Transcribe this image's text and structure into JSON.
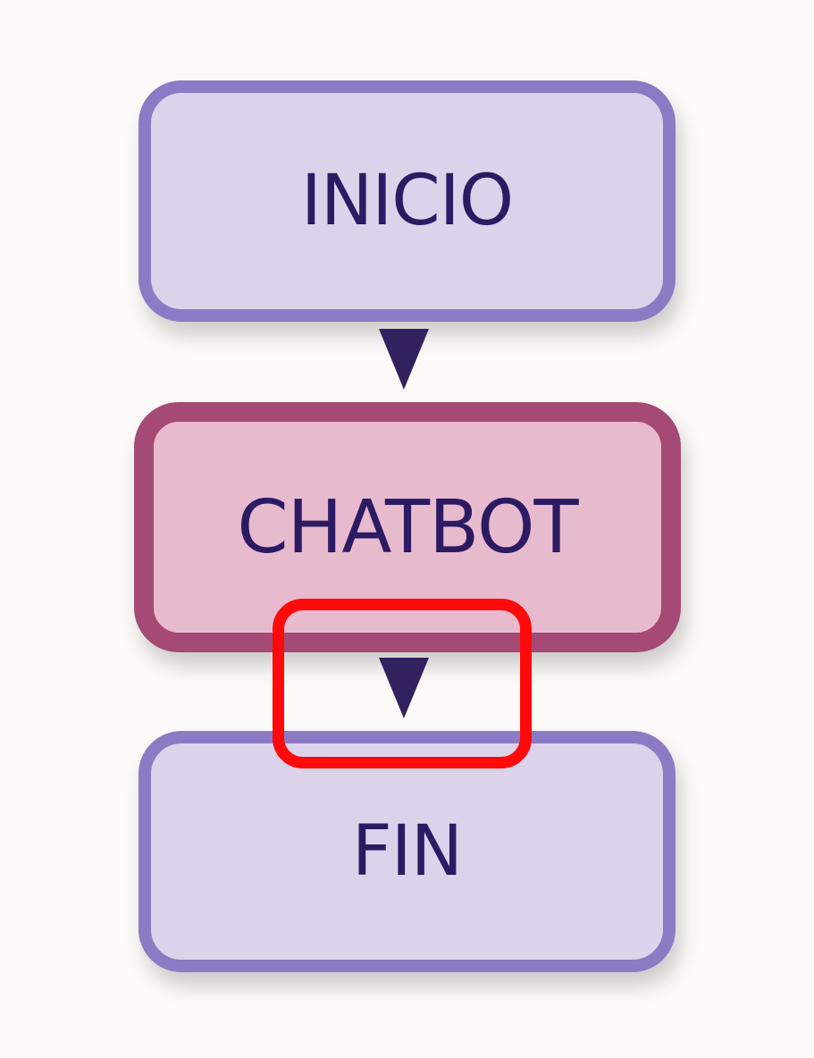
{
  "diagram": {
    "nodes": [
      {
        "id": "start",
        "label": "INICIO"
      },
      {
        "id": "chatbot",
        "label": "CHATBOT"
      },
      {
        "id": "end",
        "label": "FIN"
      }
    ],
    "edges": [
      {
        "from": "start",
        "to": "chatbot"
      },
      {
        "from": "chatbot",
        "to": "end"
      }
    ],
    "colors": {
      "box_fill": "#dcd2ea",
      "box_border": "#8c7ac4",
      "active_fill": "#e8bacd",
      "active_border": "#a44a74",
      "text": "#2c1a63",
      "arrow": "#33205f",
      "highlight": "#ff0a0a"
    }
  }
}
